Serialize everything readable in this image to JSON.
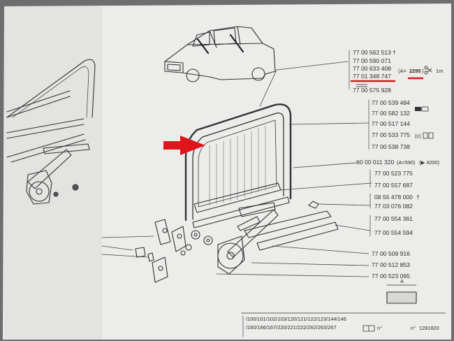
{
  "figure": {
    "windshield_part": "77 00 562 513",
    "windshield_mark": "†",
    "windshield_alternates": [
      "77 00 590 071",
      "77 00 633 408",
      "77 01 348 747"
    ],
    "windshield_cut_prefix": "(A=",
    "windshield_cut_value": "2295",
    "windshield_cut_suffix": ")",
    "windshield_cut_unit": "1m",
    "windshield_last": "77 00 575 928",
    "glass_parts": [
      "77 00 539 484",
      "77 00 582 132",
      "77 00 517 144",
      "77 00 533 775",
      "77 00 538 738"
    ],
    "glass_option_c": "(c)",
    "seal_part": "60 00 011 320",
    "seal_spec": "(A=590)",
    "seal_range": "(▶ 4200)",
    "regulator_parts": [
      "77 00 523 775",
      "77 00 557 687"
    ],
    "bolt_part": "08 55 478 000",
    "bolt_mark": "†",
    "bolt_part_alt": "77 03 076 082",
    "channel_parts": [
      "77 00 554 361",
      "77 00 554 594"
    ],
    "lower_parts": [
      "77 00 509 916",
      "77 00 512 853",
      "77 00 523 065"
    ],
    "dim_label": "A",
    "models_line1": "/100/101/102/103/120/121/122/123/144/146",
    "models_line2": "/160/166/167/220/221/222/262/263/267",
    "page_number_prefix": "n°",
    "page_number": "1281820"
  },
  "colors": {
    "paper": "#ececea",
    "ink": "#2c2c2c",
    "highlight": "#e0141b"
  },
  "icons": [
    "car-drawing-icon",
    "red-arrow-icon",
    "scissors-icon",
    "glass-tint-icon",
    "book-icon"
  ]
}
